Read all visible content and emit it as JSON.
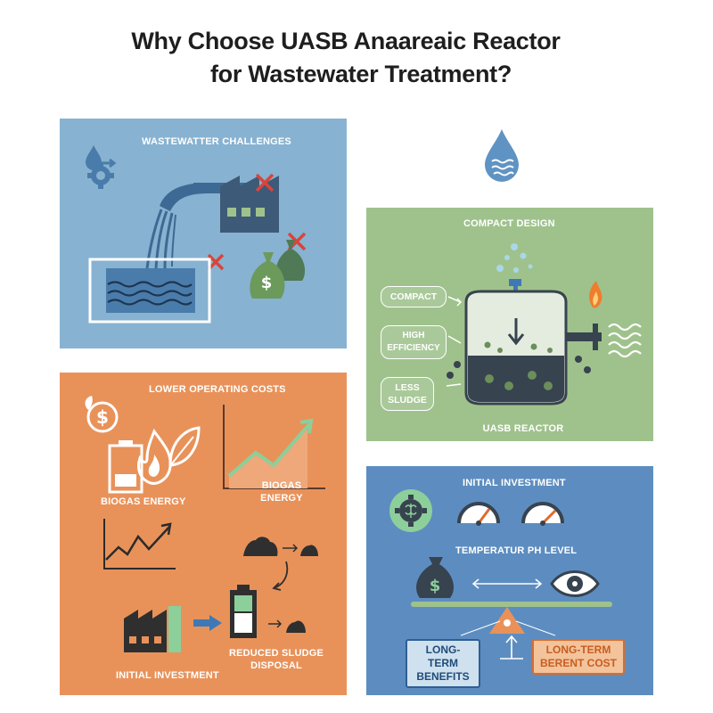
{
  "title": {
    "line1": "Why Choose UASB Anaareaic Reactor",
    "line2": "for Wastewater Treatment?"
  },
  "panels": {
    "challenges": {
      "caption": "WASTEWATTER CHALLENGES",
      "color": "#88b2d1"
    },
    "compact": {
      "caption": "COMPACT DESIGN",
      "reactor_label": "UASB REACTOR",
      "callouts": [
        "COMPACT",
        "HIGH EFFICIENCY",
        "LESS SLUDGE"
      ],
      "color": "#9fc28c"
    },
    "lower": {
      "caption": "LOWER OPERATING COSTS",
      "biogas_energy_left": "BIOGAS ENERGY",
      "biogas_energy_right_1": "BIOGAS",
      "biogas_energy_right_2": "ENERGY",
      "reduced_1": "REDUCED SLUDGE",
      "reduced_2": "DISPOSAL",
      "initial_investment": "INITIAL INVESTMENT",
      "color": "#e8925a"
    },
    "investment": {
      "caption": "INITIAL INVESTMENT",
      "subcaption": "TEMPERATUR PH LEVEL",
      "benefits_1": "LONG-TERM",
      "benefits_2": "BENEFITS",
      "cost_1": "LONG-TERM",
      "cost_2": "BERENT COST",
      "color": "#5d8dc0"
    }
  },
  "icons": [
    "water-drop-icon",
    "gear-drop-icon",
    "factory-icon",
    "pipe-icon",
    "money-bag-icon",
    "cross-icon",
    "reactor-icon",
    "flame-icon",
    "battery-icon",
    "leaf-icon",
    "line-chart-icon",
    "sludge-pile-icon",
    "brain-gear-icon",
    "gauge-icon",
    "eye-icon",
    "balance-scale-icon"
  ]
}
